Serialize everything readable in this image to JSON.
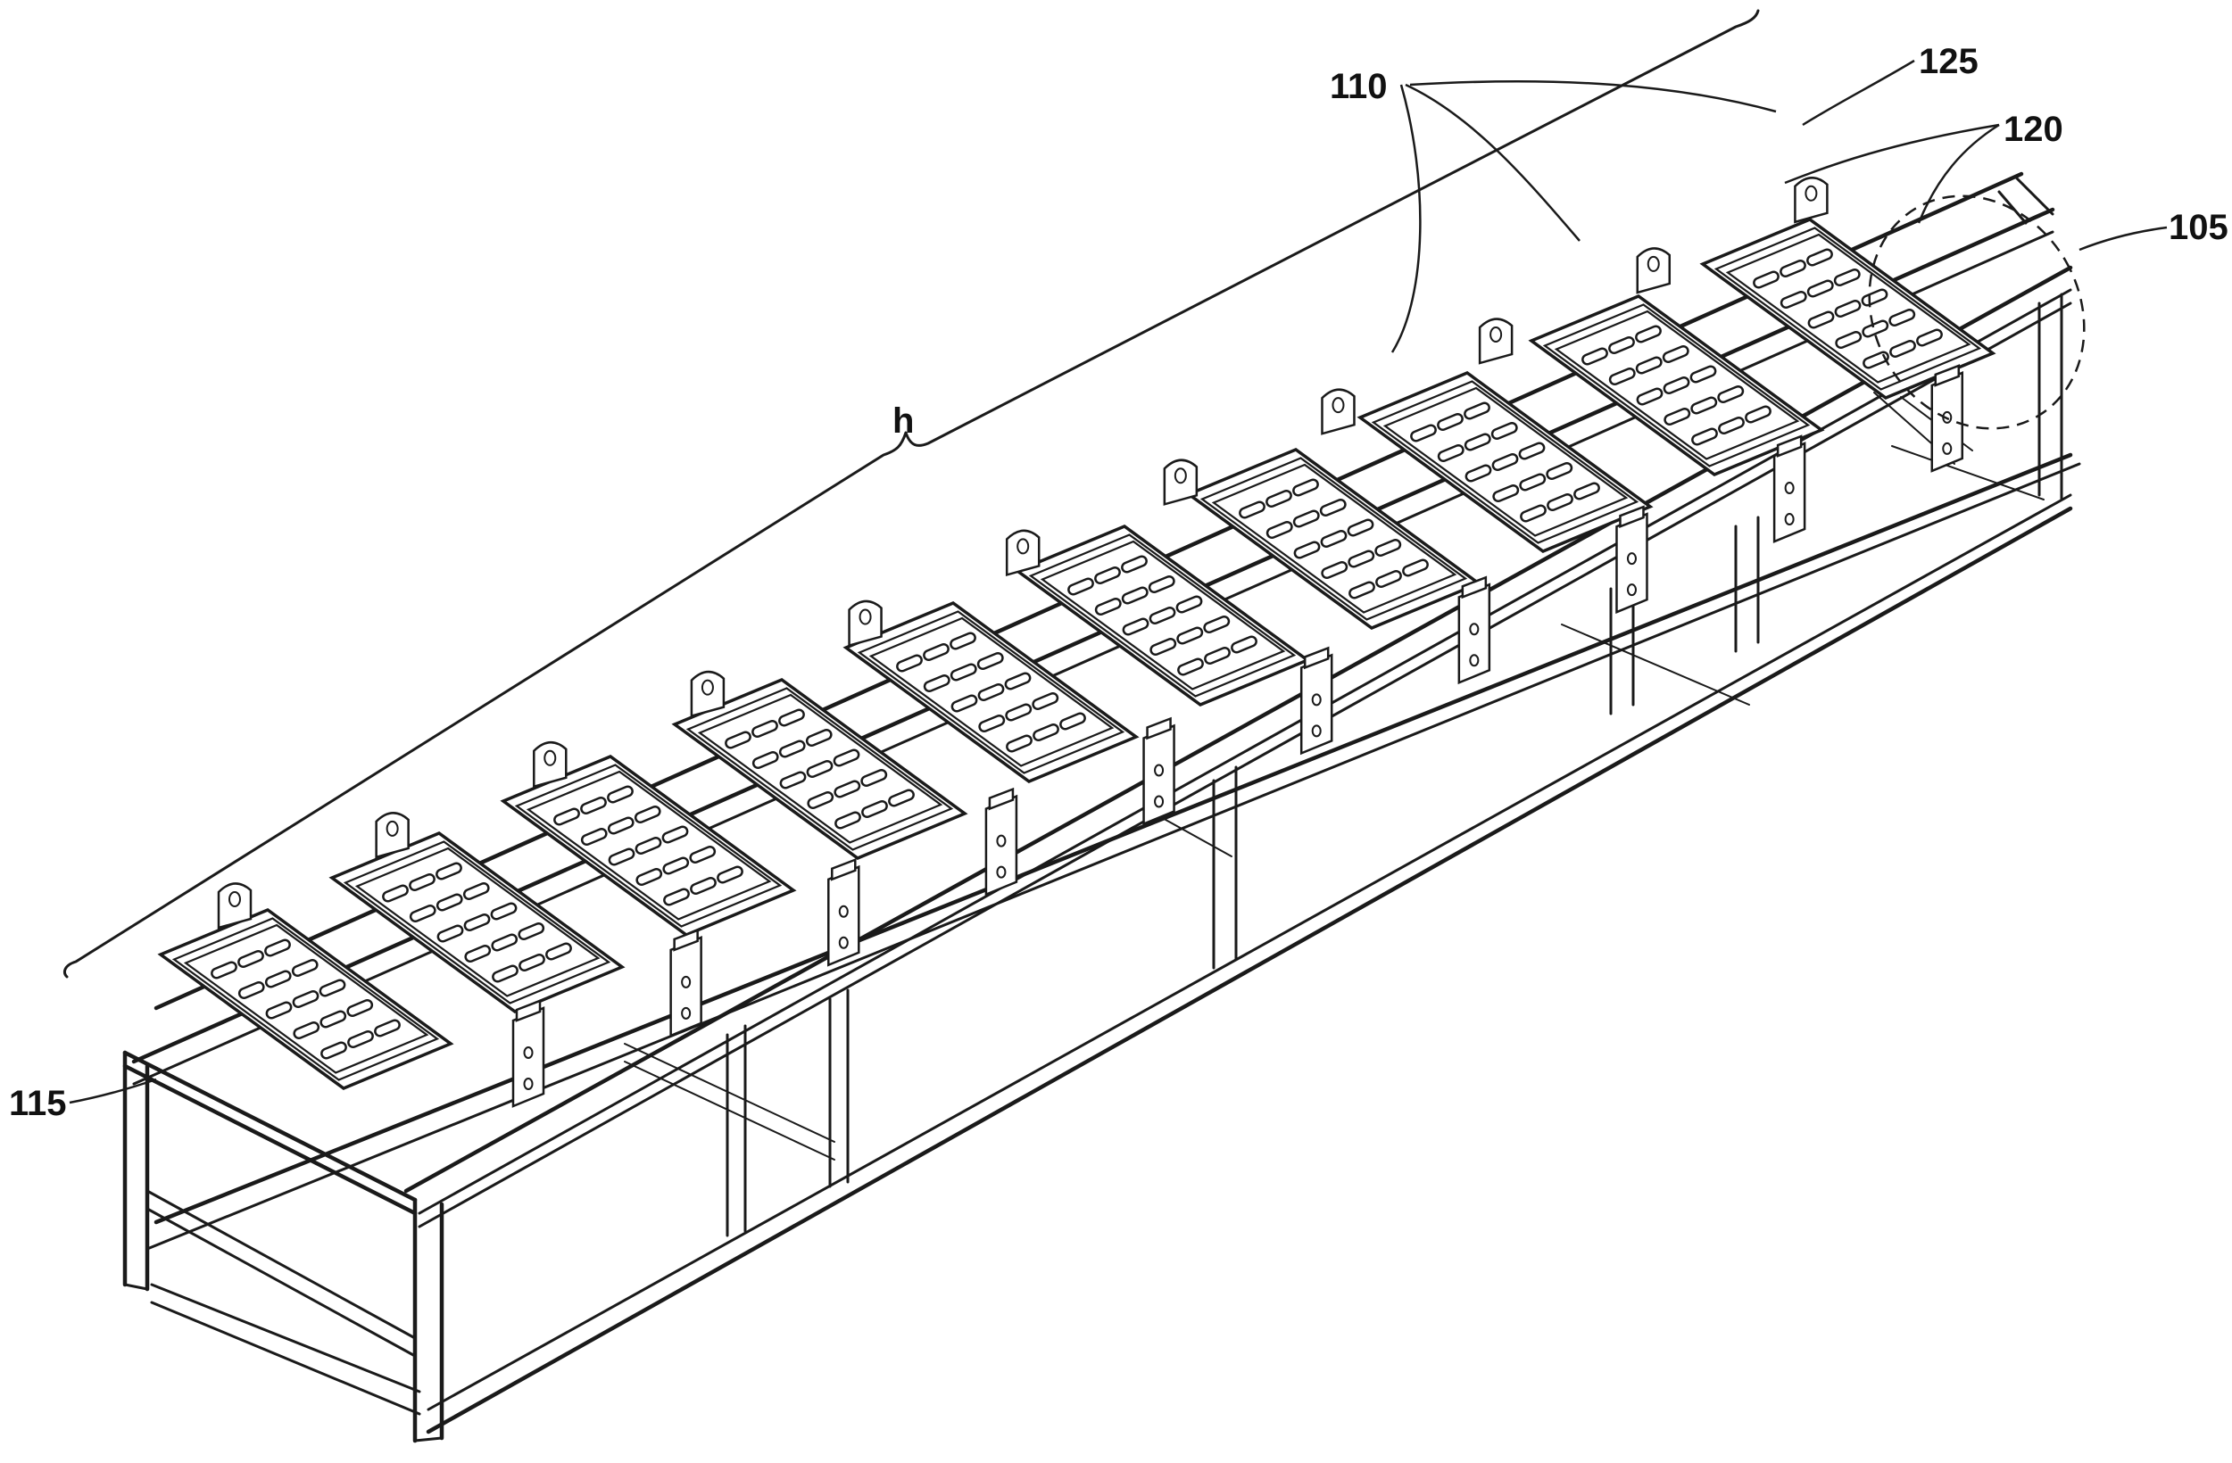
{
  "figure": {
    "labels": {
      "frame_assembly": "105",
      "trays": "110",
      "end_member": "115",
      "slots": "120",
      "rim": "125",
      "height": "h"
    }
  },
  "colors": {
    "line": "#1a1a1a",
    "background": "#ffffff"
  }
}
